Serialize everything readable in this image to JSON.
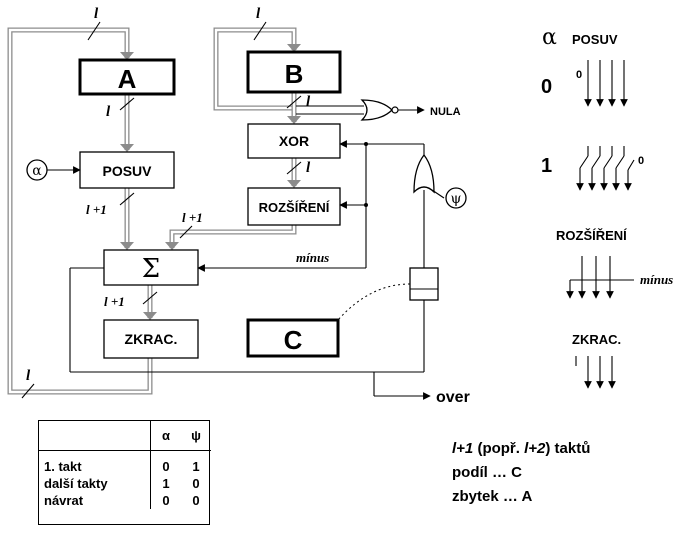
{
  "blocks": {
    "a": "A",
    "b": "B",
    "c": "C",
    "xor": "XOR",
    "posuv": "POSUV",
    "rozsireni": "ROZŠÍŘENÍ",
    "sum": "Σ",
    "zkrac": "ZKRAC."
  },
  "signals": {
    "nula": "NULA",
    "over": "over",
    "minus": "mínus",
    "alpha": "α",
    "psi": "ψ"
  },
  "bus_labels": {
    "l": "l",
    "l1": "l +1"
  },
  "bits": {
    "zero": "0",
    "one": "1"
  },
  "legend": {
    "posuv_header_symbol": "α",
    "posuv_title": "POSUV",
    "row0_value": "0",
    "row1_value": "1",
    "rozsireni_title": "ROZŠÍŘENÍ",
    "minus": "mínus",
    "zkrac_title": "ZKRAC."
  },
  "table": {
    "headers": [
      "",
      "α",
      "ψ"
    ],
    "rows": [
      [
        "1. takt",
        "0",
        "1"
      ],
      [
        "další takty",
        "1",
        "0"
      ],
      [
        "návrat",
        "0",
        "0"
      ]
    ]
  },
  "notes": {
    "line1_italic_a": "l+1",
    "line1_mid": " (popř. ",
    "line1_italic_b": "l+2",
    "line1_end": ") taktů",
    "line2": "podíl … C",
    "line3": "zbytek … A"
  }
}
